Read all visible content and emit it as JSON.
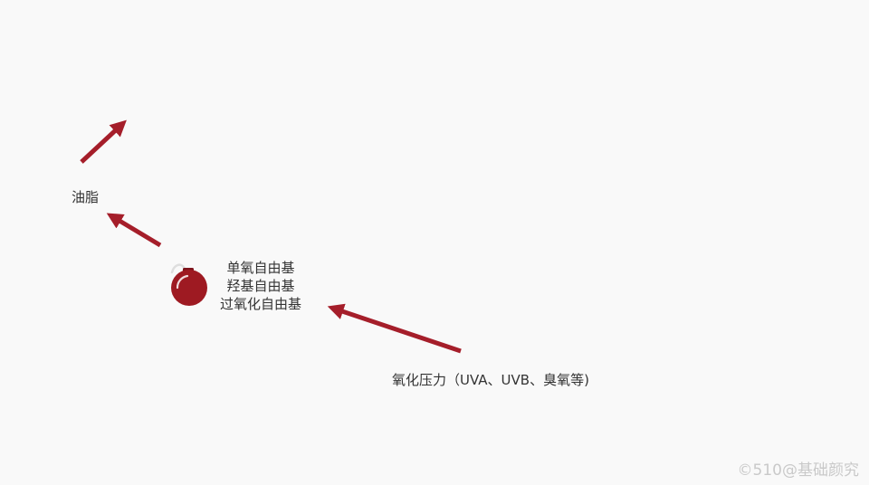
{
  "labels": {
    "oil": "油脂",
    "radicals": [
      "单氧自由基",
      "羟基自由基",
      "过氧化自由基"
    ],
    "oxidative_stress": "氧化压力（UVA、UVB、臭氧等)"
  },
  "watermark": "©510@基础颜究",
  "colors": {
    "background": "#f9f9f9",
    "arrow": "#a51e2a",
    "bomb": "#9e1a22",
    "text": "#333333",
    "watermark": "#c9c9c9"
  },
  "icons": {
    "bomb": "bomb-icon"
  }
}
